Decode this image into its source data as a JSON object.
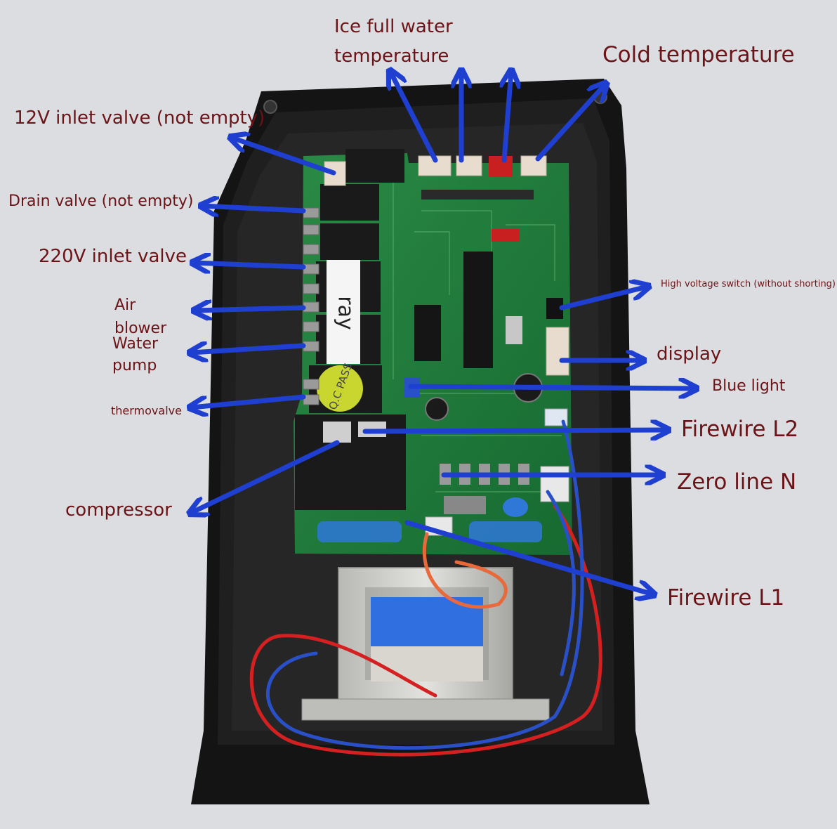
{
  "labels": {
    "ice_full_water_temperature": "Ice full water temperature",
    "cold_temperature": "Cold temperature",
    "inlet_valve_12v": "12V inlet valve (not empty)",
    "drain_valve": "Drain valve (not empty)",
    "inlet_valve_220v": "220V inlet valve",
    "air_blower": "Air blower",
    "water_pump": "Water pump",
    "thermovalve": "thermovalve",
    "compressor": "compressor",
    "high_voltage_switch": "High voltage switch (without shorting)",
    "display": "display",
    "blue_light": "Blue light",
    "firewire_l2": "Firewire L2",
    "zero_line_n": "Zero line N",
    "firewire_l1": "Firewire L1"
  },
  "board_text": {
    "relay_sticker": "ray",
    "qc_sticker": "Q.C PASS"
  },
  "colors": {
    "label_text": "#6b1418",
    "arrow": "#1f3fd0",
    "pcb": "#1f7a3a",
    "housing": "#151515",
    "background": "#dcdde0",
    "wire_red": "#d42020",
    "wire_blue": "#2a50c8"
  }
}
